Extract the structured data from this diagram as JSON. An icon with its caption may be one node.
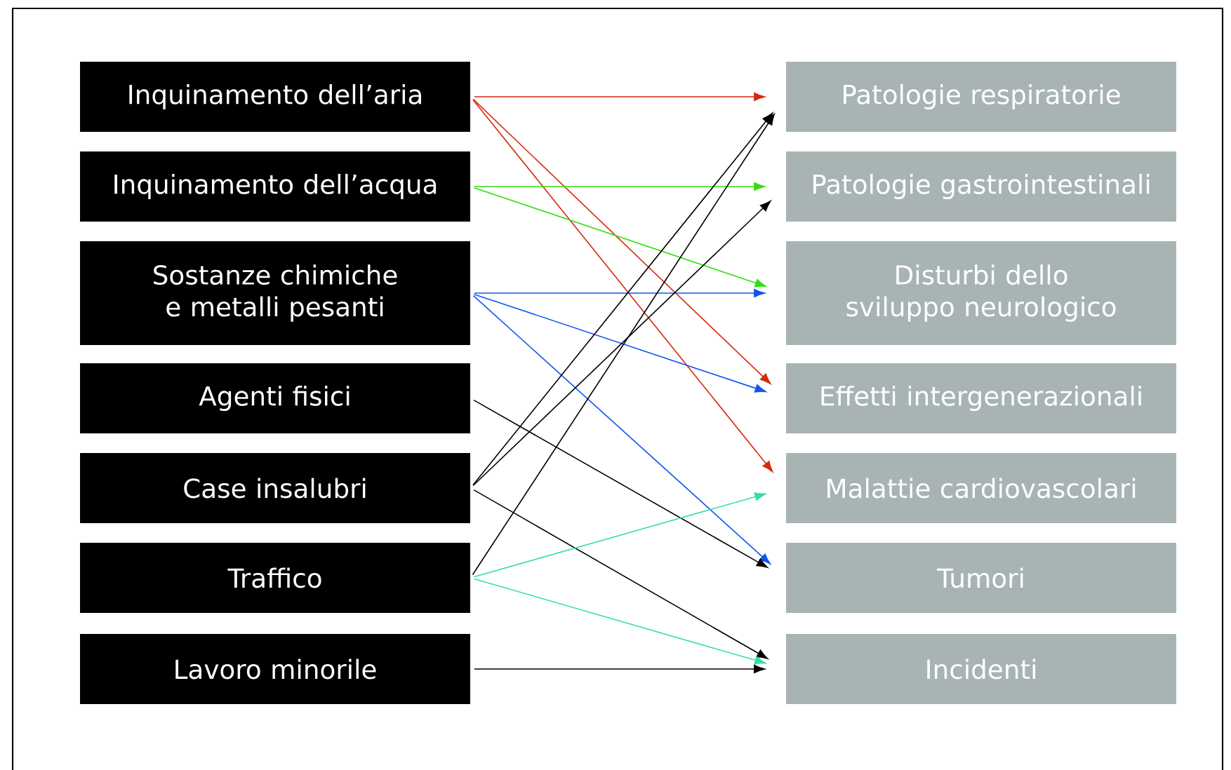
{
  "diagram": {
    "nodes": [
      {
        "text": [
          "Inquinamento dell’aria"
        ]
      },
      {
        "text": [
          "Inquinamento dell’acqua"
        ]
      },
      {
        "text": [
          "Sostanze chimiche e metalli pesanti"
        ]
      },
      {
        "text": [
          "Agenti fisici"
        ]
      },
      {
        "text": [
          "Case insalubri"
        ]
      },
      {
        "text": [
          "Traffico"
        ]
      },
      {
        "text": [
          "Lavoro minorile"
        ]
      },
      {
        "text": [
          "Patologie respiratorie"
        ]
      },
      {
        "text": [
          "Patologie gastrointestinali"
        ]
      },
      {
        "text": [
          "Disturbi dello sviluppo neurologico"
        ]
      },
      {
        "text": [
          "Effetti intergenerazionali"
        ]
      },
      {
        "text": [
          "Malattie cardiovascolari"
        ]
      },
      {
        "text": [
          "Tumori"
        ]
      },
      {
        "text": [
          "Incidenti"
        ]
      }
    ],
    "edges": [
      {
        "from": 0,
        "to": 7,
        "arrow": "to",
        "color": "#d42a0c"
      },
      {
        "from": 0,
        "to": 10,
        "arrow": "to",
        "color": "#d42a0c"
      },
      {
        "from": 0,
        "to": 11,
        "arrow": "to",
        "color": "#d42a0c"
      },
      {
        "from": 1,
        "to": 8,
        "arrow": "to",
        "color": "#33dd11"
      },
      {
        "from": 1,
        "to": 9,
        "arrow": "to",
        "color": "#33dd11"
      },
      {
        "from": 2,
        "to": 9,
        "arrow": "to",
        "color": "#1155ee"
      },
      {
        "from": 2,
        "to": 10,
        "arrow": "to",
        "color": "#1155ee"
      },
      {
        "from": 2,
        "to": 12,
        "arrow": "to",
        "color": "#1155ee"
      },
      {
        "from": 3,
        "to": 12,
        "arrow": "to"
      },
      {
        "from": 4,
        "to": 7,
        "arrow": "to"
      },
      {
        "from": 4,
        "to": 8,
        "arrow": "to"
      },
      {
        "from": 4,
        "to": 13,
        "arrow": "to"
      },
      {
        "from": 5,
        "to": 7,
        "arrow": "to"
      },
      {
        "from": 5,
        "to": 11,
        "arrow": "to",
        "color": "#33ddaa"
      },
      {
        "from": 5,
        "to": 13,
        "arrow": "to",
        "color": "#33ddaa"
      },
      {
        "from": 6,
        "to": 13,
        "arrow": "to"
      }
    ]
  }
}
